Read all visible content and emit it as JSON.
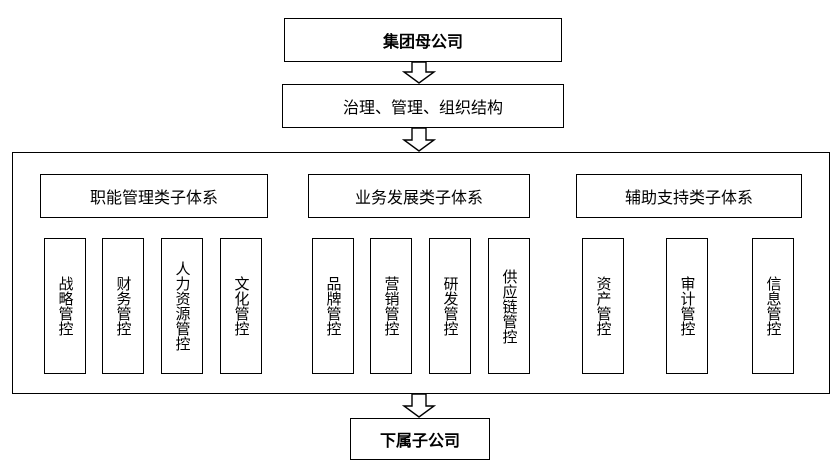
{
  "top": {
    "label": "集团母公司"
  },
  "governance": {
    "label": "治理、管理、组织结构"
  },
  "groups": [
    {
      "title": "职能管理类子体系",
      "items": [
        "战略管控",
        "财务管控",
        "人力资源管控",
        "文化管控"
      ]
    },
    {
      "title": "业务发展类子体系",
      "items": [
        "品牌管控",
        "营销管控",
        "研发管控",
        "供应链管控"
      ]
    },
    {
      "title": "辅助支持类子体系",
      "items": [
        "资产管控",
        "审计管控",
        "信息管控"
      ]
    }
  ],
  "bottom": {
    "label": "下属子公司"
  }
}
